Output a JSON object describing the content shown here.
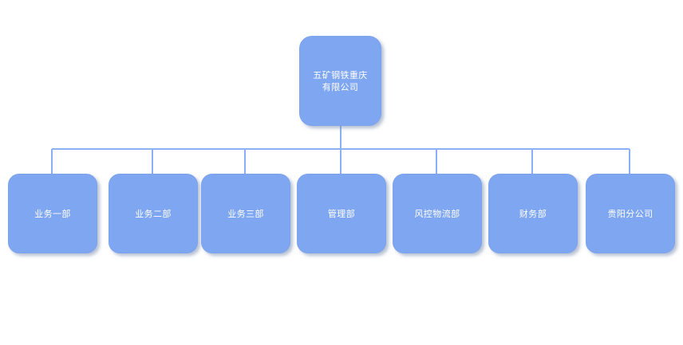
{
  "chart": {
    "type": "org-chart",
    "background_color": "#ffffff",
    "node_fill_color": "#7fa6f0",
    "node_text_color": "#ffffff",
    "connector_color": "#8cb0f5",
    "root": {
      "label": "五矿钢铁重庆\n有限公司"
    },
    "children": [
      {
        "label": "业务一部"
      },
      {
        "label": "业务二部"
      },
      {
        "label": "业务三部"
      },
      {
        "label": "管理部"
      },
      {
        "label": "风控物流部"
      },
      {
        "label": "财务部"
      },
      {
        "label": "贵阳分公司"
      }
    ]
  }
}
